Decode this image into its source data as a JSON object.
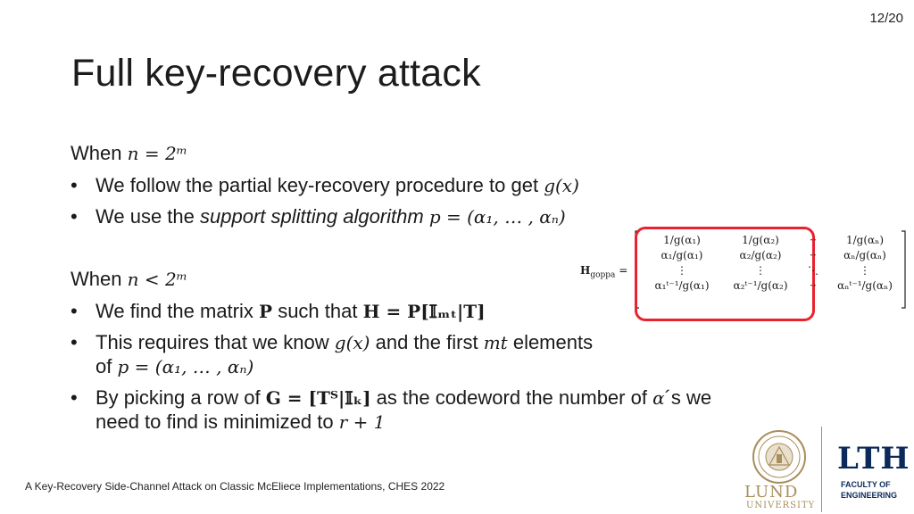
{
  "page": {
    "number": "12/20"
  },
  "slide": {
    "title": "Full key-recovery attack",
    "case1": {
      "label": "When",
      "condition": "n = 2ᵐ",
      "bullets": [
        {
          "text": "We follow the partial key-recovery procedure to get",
          "math": "g(x)"
        },
        {
          "text": "We use the",
          "emph": "support splitting algorithm",
          "math": "p = (α₁, … , αₙ)"
        }
      ]
    },
    "case2": {
      "label": "When",
      "condition": "n < 2ᵐ",
      "bullets": [
        {
          "text_a": "We find the matrix",
          "math_a": "P",
          "text_b": "such that",
          "math_b": "H = P[𝕀ₘₜ|T]"
        },
        {
          "text_a": "This requires that we know",
          "math_a": "g(x)",
          "text_b": "and the first",
          "math_b": "mt",
          "text_c": "elements",
          "line2_a": "of",
          "line2_math": "p = (α₁, … , αₙ)"
        },
        {
          "text_a": "By picking a row of",
          "math_a": "G = [Tᵀ|𝕀ₖ]",
          "text_b": "as the codeword the number of",
          "math_b": "α",
          "text_c": "´s we",
          "line2_a": "need to find is minimized to",
          "line2_math": "r + 1"
        }
      ]
    },
    "matrix": {
      "label": "H",
      "label_sub": "goppa",
      "equals": "=",
      "rows": [
        [
          "1/g(α₁)",
          "1/g(α₂)",
          "··",
          "1/g(αₙ)"
        ],
        [
          "α₁/g(α₁)",
          "α₂/g(α₂)",
          "··",
          "αₙ/g(αₙ)"
        ],
        [
          "⋮",
          "⋮",
          "⋱",
          "⋮"
        ],
        [
          "α₁ᵗ⁻¹/g(α₁)",
          "α₂ᵗ⁻¹/g(α₂)",
          "··",
          "αₙᵗ⁻¹/g(αₙ)"
        ]
      ],
      "highlight_color": "#e8232f"
    }
  },
  "footer": {
    "citation": "A Key-Recovery Side-Channel Attack on Classic McEliece Implementations, CHES 2022"
  },
  "logos": {
    "lund": {
      "line1": "LUND",
      "line2": "UNIVERSITY",
      "color": "#a98e5c"
    },
    "lth": {
      "name": "LTH",
      "line1": "FACULTY OF",
      "line2": "ENGINEERING",
      "color": "#0b2a5a"
    }
  }
}
